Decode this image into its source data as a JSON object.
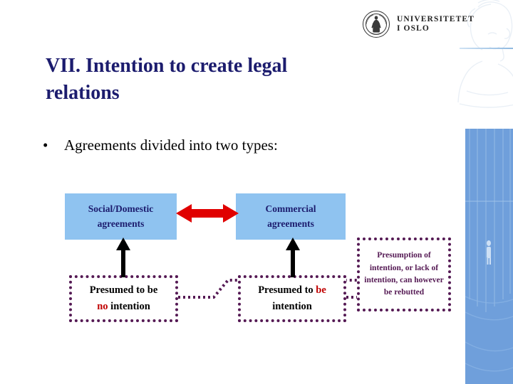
{
  "slide": {
    "title": "VII. Intention to create legal relations",
    "bullets": [
      {
        "marker": "•",
        "text": "Agreements divided into two types:"
      }
    ]
  },
  "branding": {
    "logo_line1": "UNIVERSITETET",
    "logo_line2": "I OSLO",
    "logo_icon": "uio-seal-icon"
  },
  "diagram": {
    "box_social": {
      "line1": "Social/Domestic",
      "line2": "agreements",
      "fill": "#8fc3f0",
      "text_color": "#1c1c6e"
    },
    "box_commercial": {
      "line1": "Commercial",
      "line2": "agreements",
      "fill": "#8fc3f0",
      "text_color": "#1c1c6e"
    },
    "arrow_between": {
      "name": "double-headed-arrow-icon",
      "color": "#e00000"
    },
    "box_presumed_no": {
      "line1": "Presumed to be",
      "line2_red": "no",
      "line2_rest": " intention",
      "border_color": "#551a54",
      "accent_color": "#c00000"
    },
    "box_presumed_yes": {
      "line1_rest": "Presumed to ",
      "line1_red": "be",
      "line2": "intention",
      "border_color": "#551a54",
      "accent_color": "#c00000"
    },
    "box_rebuttal": {
      "text": "Presumption of intention, or lack of intention, can however be rebutted",
      "border_color": "#551a54",
      "text_color": "#551a54"
    },
    "connector_color": "#551a54",
    "up_arrow_color": "#000000"
  },
  "decor": {
    "panel_color": "#6f9fdb",
    "rule_color": "#8fb9e0",
    "watermark": "classical-head-watermark"
  }
}
